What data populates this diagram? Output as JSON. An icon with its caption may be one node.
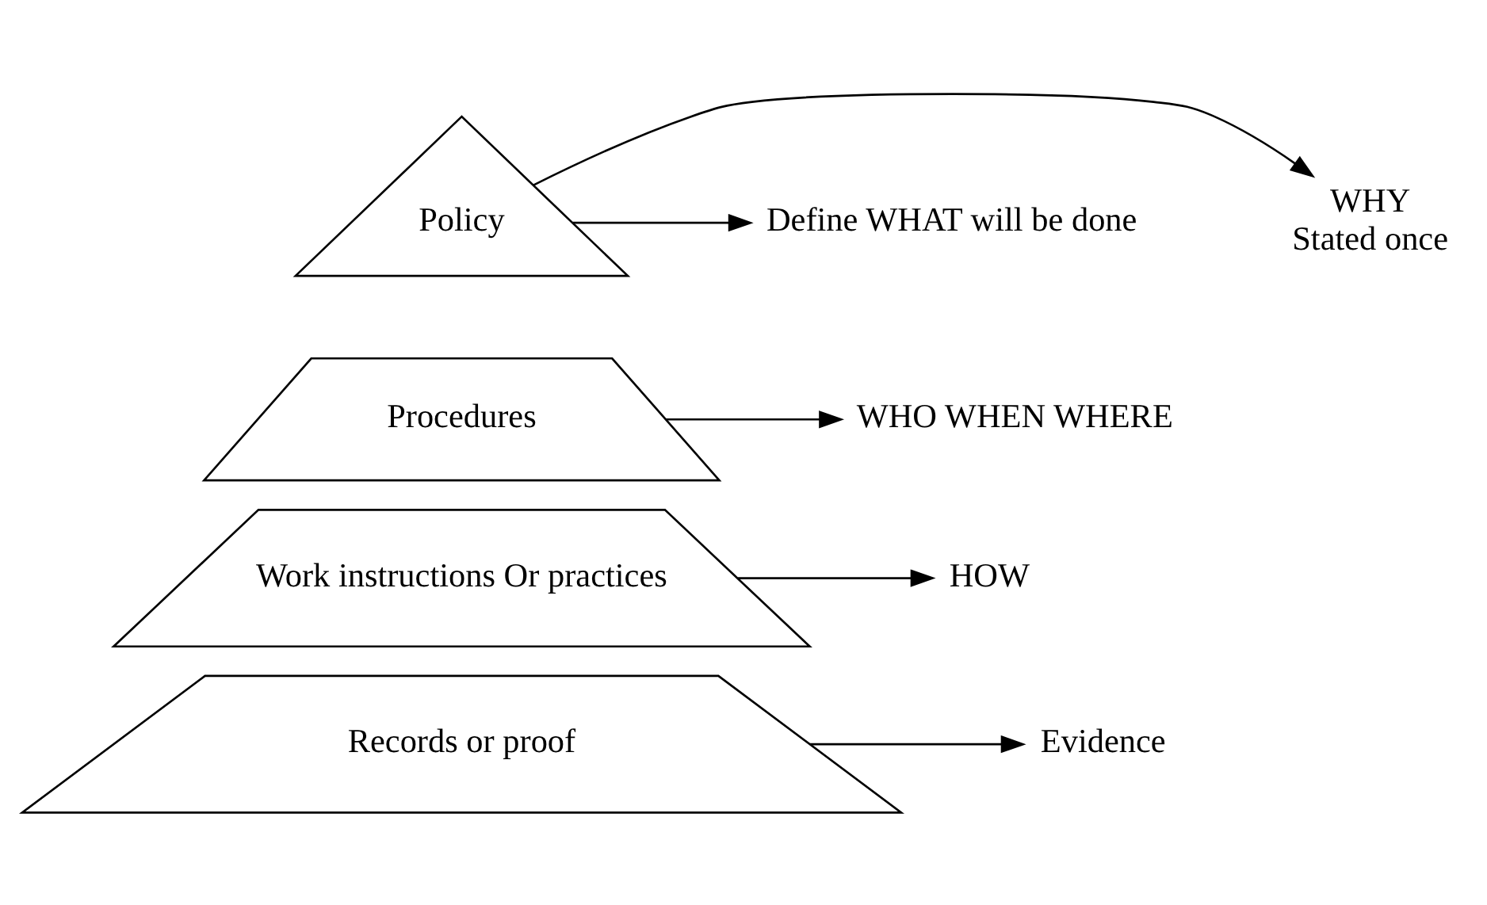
{
  "diagram": {
    "nodes": [
      {
        "text": [
          "WHY",
          "Stated once"
        ]
      },
      {
        "text": [
          "Define WHAT will be done"
        ]
      },
      {
        "text": [
          "Policy"
        ]
      },
      {
        "text": [
          "Procedures"
        ]
      },
      {
        "text": [
          "WHO WHEN WHERE"
        ]
      },
      {
        "text": [
          "HOW"
        ]
      },
      {
        "text": [
          "Work instructions Or practices"
        ]
      },
      {
        "text": [
          "Records or proof"
        ]
      },
      {
        "text": [
          "Evidence"
        ]
      }
    ],
    "edges": [
      {
        "from": 2,
        "to": 0,
        "arrow": "to"
      },
      {
        "from": 2,
        "to": 1,
        "arrow": "to"
      },
      {
        "from": 3,
        "to": 4,
        "arrow": "to"
      },
      {
        "from": 6,
        "to": 5,
        "arrow": "to"
      },
      {
        "from": 7,
        "to": 8,
        "arrow": "to"
      }
    ]
  }
}
